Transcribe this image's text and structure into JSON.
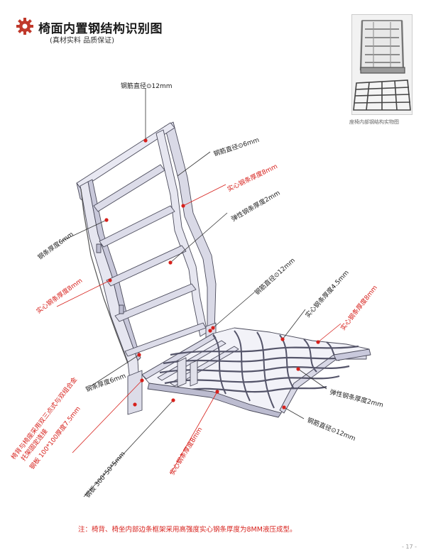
{
  "header": {
    "title": "椅面内置钢结构识别图",
    "subtitle": "(真材实料  品质保证)",
    "icon": "gear-icon",
    "accent_color": "#c0392b"
  },
  "photo": {
    "caption": "座椅内部钢结构实物图"
  },
  "labels": {
    "rebar_12mm_top": "钢筋直径⊙12mm",
    "rebar_6mm": "钢筋直径⊙6mm",
    "solid_strip_8mm_upper": "实心钢条厚度8mm",
    "elastic_strip_2mm_upper": "弹性钢条厚度2mm",
    "strip_6mm_left": "钢条厚度6mm",
    "solid_strip_8mm_left": "实心钢条厚度8mm",
    "rebar_12mm_mid": "钢筋直径⊙12mm",
    "strip_45mm": "实心钢条厚度4.5mm",
    "solid_strip_8mm_right": "实心钢条厚度8mm",
    "strip_6mm_lower": "钢条厚度6mm",
    "elastic_strip_2mm_lower": "弹性钢条厚度2mm",
    "rebar_12mm_bottom": "钢筋直径⊙12mm",
    "joint_line1": "椅背与椅座采用双三点式与双组合金",
    "joint_line2": "托架固定连接",
    "joint_line3": "钢板 100*100厚度7.5mm",
    "steel_plate": "钢板 300*50*5mm",
    "solid_strip_8mm_bottom": "实心钢条厚度8mm"
  },
  "colors": {
    "red": "#d7201b",
    "frame_fill": "#e4e4ef",
    "frame_stroke": "#4a4a5a"
  },
  "footnote": "注：椅背、椅坐内部边条框架采用高强度实心钢条厚度为8MM液压成型。",
  "page_number": "- 17 -"
}
